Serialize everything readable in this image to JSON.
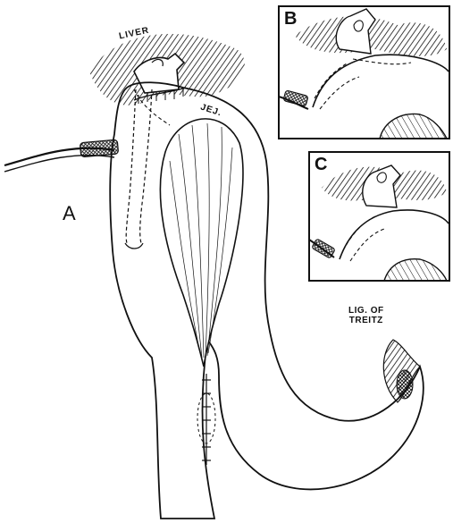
{
  "labels": {
    "panel_a": "A",
    "panel_b": "B",
    "panel_c": "C",
    "liver": "LIVER",
    "jejunum": "JEJ.",
    "ligament_line1": "LIG. OF",
    "ligament_line2": "TREITZ"
  },
  "colors": {
    "ink": "#111111",
    "background": "#ffffff"
  }
}
